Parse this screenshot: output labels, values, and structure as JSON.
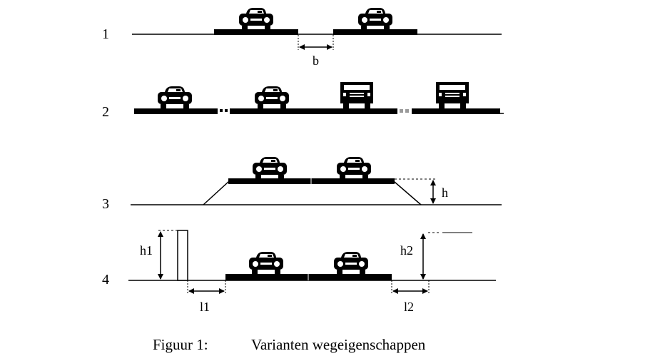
{
  "variants": [
    {
      "number": "1",
      "dimension_labels": [
        "b"
      ]
    },
    {
      "number": "2",
      "dimension_labels": []
    },
    {
      "number": "3",
      "dimension_labels": [
        "h"
      ]
    },
    {
      "number": "4",
      "dimension_labels": [
        "h1",
        "l1",
        "h2",
        "l2"
      ]
    }
  ],
  "dimensions": {
    "b": "b",
    "h": "h",
    "h1": "h1",
    "l1": "l1",
    "h2": "h2",
    "l2": "l2"
  },
  "caption": {
    "label": "Figuur 1:",
    "text": "Varianten wegeigenschappen"
  },
  "vehicles": [
    "car-icon",
    "car-icon",
    "car-icon",
    "car-icon",
    "truck-icon",
    "truck-icon",
    "car-icon",
    "car-icon",
    "car-icon",
    "car-icon"
  ],
  "colors": {
    "ink": "#000000",
    "paper": "#ffffff",
    "marker_gray": "#9a9a9a"
  }
}
